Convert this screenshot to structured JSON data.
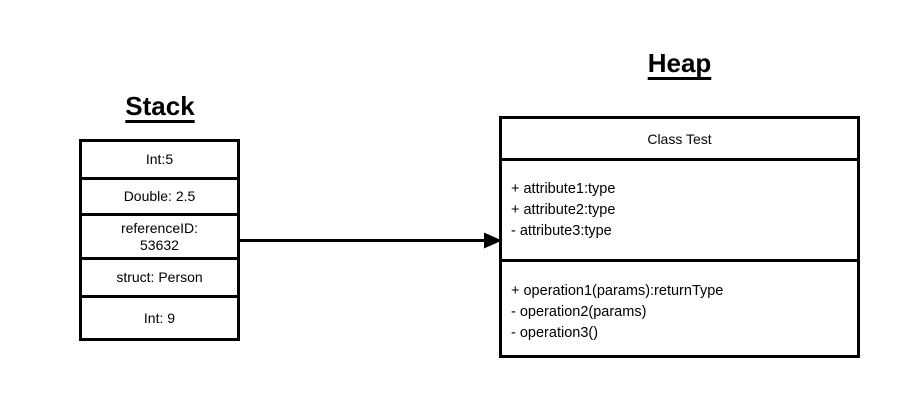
{
  "diagram": {
    "background_color": "#ffffff",
    "line_color": "#000000",
    "stack": {
      "title": "Stack",
      "cells": [
        {
          "text": "Int:5"
        },
        {
          "text": "Double: 2.5"
        },
        {
          "text": "referenceID:\n53632"
        },
        {
          "text": "struct: Person"
        },
        {
          "text": "Int: 9"
        }
      ]
    },
    "heap": {
      "title": "Heap",
      "class_box": {
        "name": "Class Test",
        "attributes": [
          "+ attribute1:type",
          "+ attribute2:type",
          "- attribute3:type"
        ],
        "operations": [
          "+ operation1(params):returnType",
          "- operation2(params)",
          "- operation3()"
        ]
      }
    },
    "connector": {
      "name": "reference-arrow",
      "from": "stack-cell-referenceID",
      "to": "class-box",
      "style": "solid-line-filled-arrowhead"
    }
  }
}
